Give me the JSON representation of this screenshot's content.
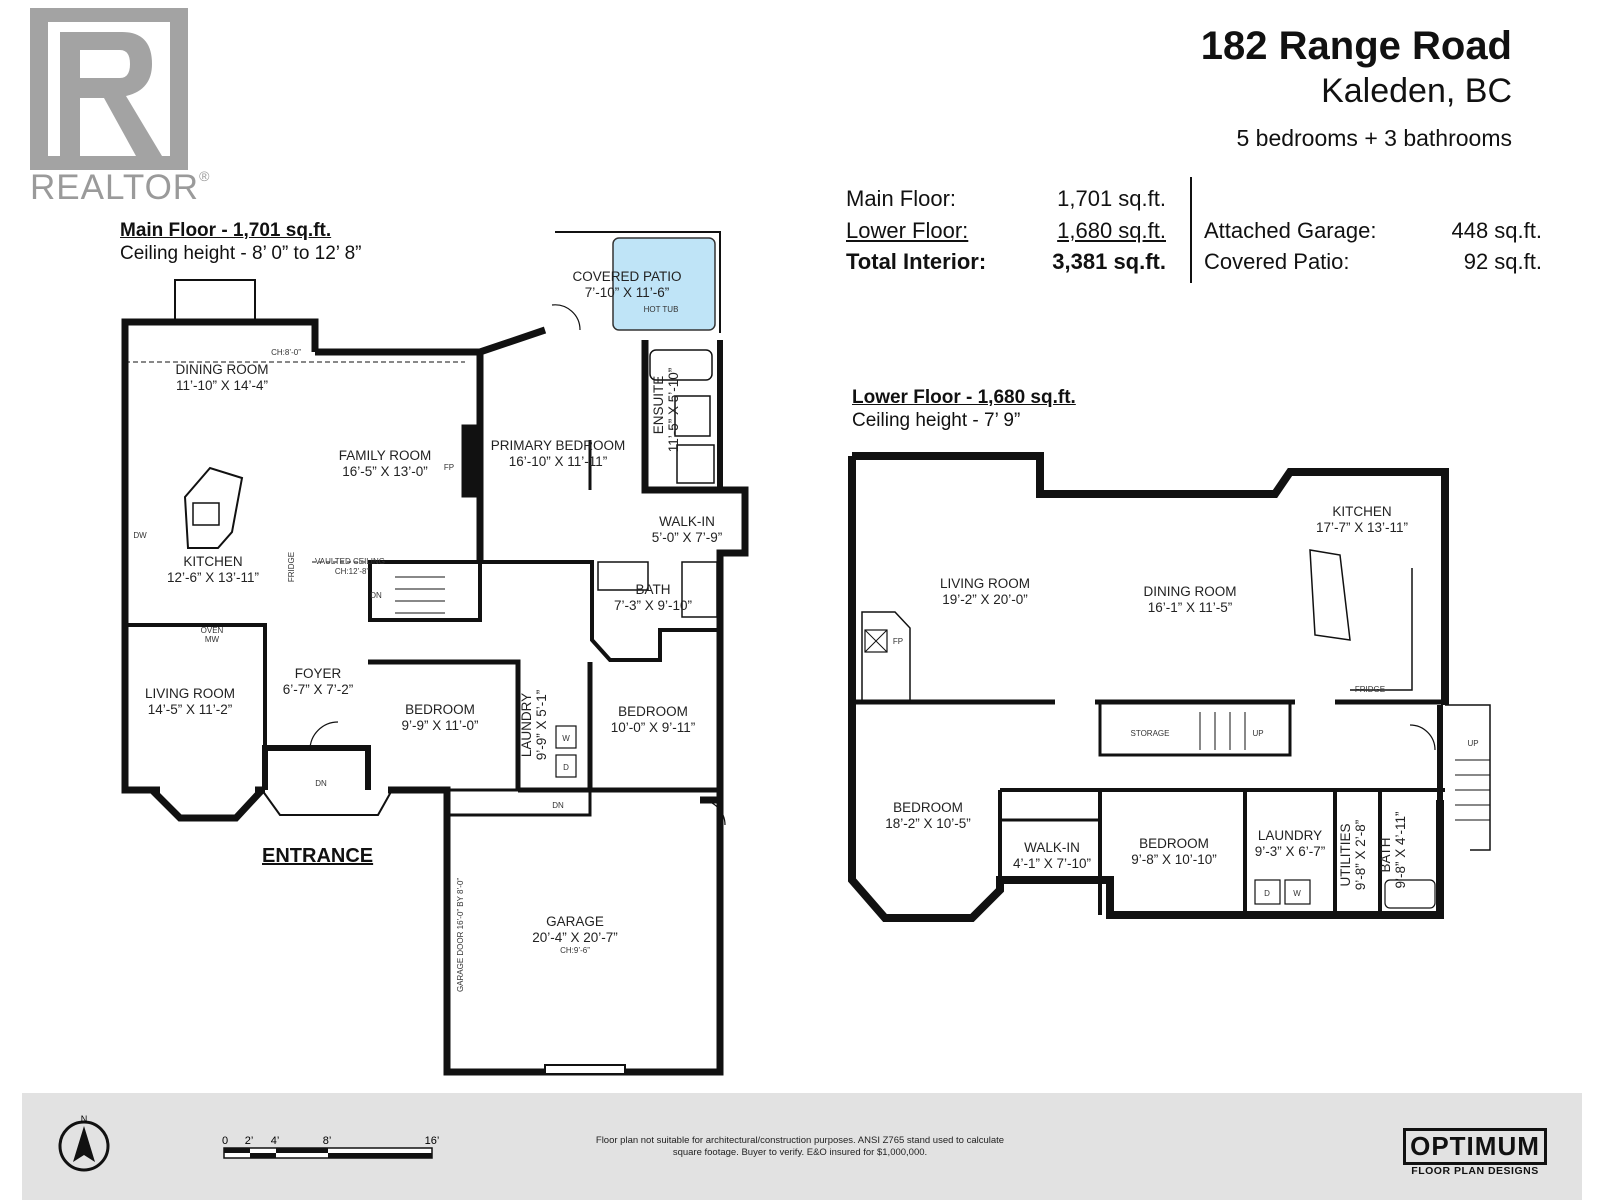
{
  "logo": {
    "text": "REALTOR",
    "mark": "®"
  },
  "address": {
    "street": "182 Range Road",
    "city": "Kaleden, BC",
    "summary": "5 bedrooms + 3 bathrooms"
  },
  "areas": {
    "main_label": "Main Floor:",
    "main_value": "1,701 sq.ft.",
    "lower_label": "Lower Floor:",
    "lower_value": "1,680 sq.ft.",
    "total_label": "Total Interior:",
    "total_value": "3,381 sq.ft.",
    "garage_label": "Attached Garage:",
    "garage_value": "448 sq.ft.",
    "patio_label": "Covered Patio:",
    "patio_value": "92 sq.ft."
  },
  "main_floor": {
    "title": "Main Floor - 1,701 sq.ft.",
    "ceiling": "Ceiling height - 8’ 0” to 12’ 8”",
    "entrance": "ENTRANCE",
    "rooms": {
      "covered_patio": {
        "name": "COVERED PATIO",
        "dims": "7’-10” X 11’-6”"
      },
      "hot_tub": "HOT TUB",
      "dining": {
        "name": "DINING ROOM",
        "dims": "11’-10” X 14’-4”"
      },
      "family": {
        "name": "FAMILY ROOM",
        "dims": "16’-5” X 13’-0”"
      },
      "primary": {
        "name": "PRIMARY BEDROOM",
        "dims": "16’-10” X 11’-11”"
      },
      "ensuite": {
        "name": "ENSUITE",
        "dims": "11’-5” X 5’-10”"
      },
      "walkin": {
        "name": "WALK-IN",
        "dims": "5’-0” X 7’-9”"
      },
      "kitchen": {
        "name": "KITCHEN",
        "dims": "12’-6” X 13’-11”"
      },
      "bath": {
        "name": "BATH",
        "dims": "7’-3” X 9’-10”"
      },
      "living": {
        "name": "LIVING ROOM",
        "dims": "14’-5” X 11’-2”"
      },
      "foyer": {
        "name": "FOYER",
        "dims": "6’-7” X 7’-2”"
      },
      "bedroom1": {
        "name": "BEDROOM",
        "dims": "9’-9” X 11’-0”"
      },
      "laundry": {
        "name": "LAUNDRY",
        "dims": "9’-9” X 5’-1”"
      },
      "bedroom2": {
        "name": "BEDROOM",
        "dims": "10’-0” X 9’-11”"
      },
      "garage": {
        "name": "GARAGE",
        "dims": "20’-4” X 20’-7”",
        "ch": "CH:9’-6”"
      }
    },
    "notes": {
      "ch8": "CH:8’-0”",
      "vaulted": "VAULTED CEILING",
      "ch12": "CH:12’-8”",
      "dn": "DN",
      "fp": "FP",
      "dw": "DW",
      "fridge": "FRIDGE",
      "oven": "OVEN",
      "mw": "MW",
      "w": "W",
      "d": "D",
      "garage_door": "GARAGE DOOR 16’-0” BY 8’-0”"
    }
  },
  "lower_floor": {
    "title": "Lower Floor - 1,680 sq.ft.",
    "ceiling": "Ceiling height - 7’ 9”",
    "rooms": {
      "kitchen": {
        "name": "KITCHEN",
        "dims": "17’-7” X 13’-11”"
      },
      "living": {
        "name": "LIVING ROOM",
        "dims": "19’-2” X 20’-0”"
      },
      "dining": {
        "name": "DINING ROOM",
        "dims": "16’-1” X 11’-5”"
      },
      "bedroom1": {
        "name": "BEDROOM",
        "dims": "18’-2” X 10’-5”"
      },
      "walkin": {
        "name": "WALK-IN",
        "dims": "4’-1” X 7’-10”"
      },
      "bedroom2": {
        "name": "BEDROOM",
        "dims": "9’-8” X 10’-10”"
      },
      "laundry": {
        "name": "LAUNDRY",
        "dims": "9’-3” X 6’-7”"
      },
      "utilities": {
        "name": "UTILITIES",
        "dims": "9’-8” X 2’-8”"
      },
      "bath": {
        "name": "BATH",
        "dims": "9’-8” X 4’-11”"
      }
    },
    "notes": {
      "storage": "STORAGE",
      "up": "UP",
      "fp": "FP",
      "fridge": "FRIDGE",
      "d": "D",
      "w": "W"
    }
  },
  "scale": {
    "labels": [
      "0",
      "2’",
      "4’",
      "8’",
      "16’"
    ]
  },
  "compass": {
    "label": "N"
  },
  "footer": {
    "disclaimer": "Floor plan not suitable for architectural/construction purposes. ANSI Z765 stand used to calculate square footage. Buyer to verify. E&O insured for $1,000,000.",
    "brand": "OPTIMUM",
    "brand_sub": "FLOOR PLAN DESIGNS"
  }
}
